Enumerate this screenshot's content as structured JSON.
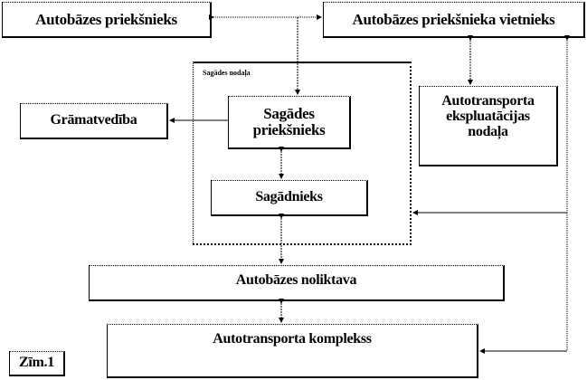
{
  "diagram": {
    "nodes": {
      "base_head": "Autobāzes priekšnieks",
      "deputy_head": "Autobāzes priekšnieka vietnieks",
      "accounting": "Grāmatvedība",
      "supply_head_line1": "Sagādes",
      "supply_head_line2": "priekšnieks",
      "supplier": "Sagādnieks",
      "transport_ops_line1": "Autotransporta",
      "transport_ops_line2": "ekspluatācijas",
      "transport_ops_line3": "nodaļa",
      "warehouse": "Autobāzes noliktava",
      "transport_complex": "Autotransporta komplekss"
    },
    "group": {
      "label": "Sagādes nodaļa"
    },
    "figure_label": "Zīm.1",
    "connections": [
      {
        "from": "base_head",
        "to": "deputy_head",
        "style": "dotted",
        "arrows": "both"
      },
      {
        "from": "base_head/deputy_head link",
        "to": "supply_head",
        "style": "dotted",
        "arrows": "end"
      },
      {
        "from": "supply_head",
        "to": "accounting",
        "style": "solid",
        "arrows": "end"
      },
      {
        "from": "supply_head",
        "to": "supplier",
        "style": "dotted",
        "arrows": "both"
      },
      {
        "from": "deputy_head",
        "to": "transport_ops",
        "style": "dotted",
        "arrows": "both"
      },
      {
        "from": "deputy_head",
        "to": "supply_department",
        "style": "dotted+solid",
        "arrows": "both"
      },
      {
        "from": "supplier",
        "to": "warehouse",
        "style": "dotted",
        "arrows": "both"
      },
      {
        "from": "warehouse",
        "to": "transport_complex",
        "style": "dotted",
        "arrows": "both"
      },
      {
        "from": "deputy_head",
        "to": "transport_complex",
        "style": "dotted+solid",
        "arrows": "both"
      }
    ]
  }
}
